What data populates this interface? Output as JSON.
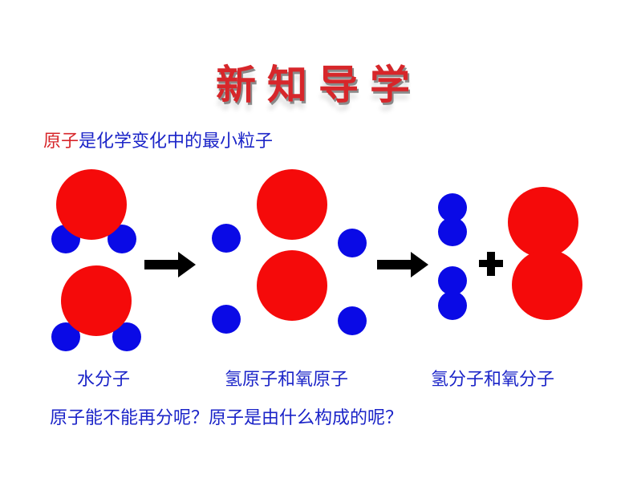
{
  "title": "新知导学",
  "statement": {
    "highlight": "原子",
    "rest": "是化学变化中的最小粒子"
  },
  "labels": {
    "water_molecule": "水分子",
    "atoms": "氢原子和氧原子",
    "molecules": "氢分子和氧分子"
  },
  "question": "原子能不能再分呢？原子是由什么构成的呢？",
  "colors": {
    "title": "#d7262a",
    "text": "#1b24c8",
    "oxygen": "#f50a0a",
    "hydrogen": "#0a0ae6",
    "arrow": "#000000"
  },
  "icons": [
    "right-arrow-icon",
    "right-arrow-icon",
    "plus-icon"
  ]
}
